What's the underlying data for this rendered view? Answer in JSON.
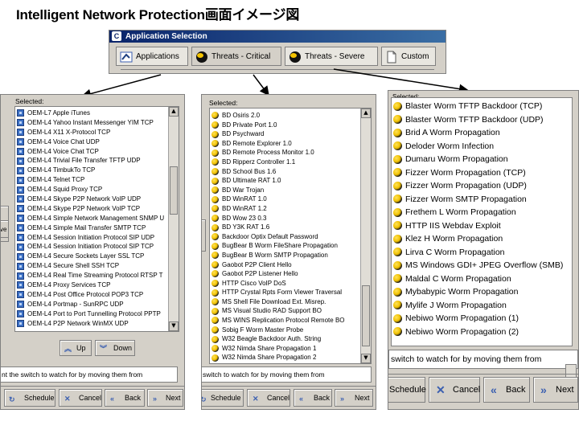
{
  "page_title": "Intelligent Network Protection画面イメージ図",
  "app_window": {
    "title": "Application Selection",
    "tabs": [
      {
        "label": "Applications",
        "icon": "applications-icon"
      },
      {
        "label": "Threats - Critical",
        "icon": "threat-disk-icon"
      },
      {
        "label": "Threats - Severe",
        "icon": "threat-disk-icon"
      },
      {
        "label": "Custom",
        "icon": "document-icon"
      }
    ]
  },
  "left_panel": {
    "selected_label": "Selected:",
    "items": [
      "OEM-L7 Apple iTunes",
      "OEM-L4 Yahoo Instant Messenger YIM TCP",
      "OEM-L4 X11 X-Protocol TCP",
      "OEM-L4 Voice Chat UDP",
      "OEM-L4 Voice Chat TCP",
      "OEM-L4 Trivial File Transfer TFTP UDP",
      "OEM-L4 TimbukTo TCP",
      "OEM-L4 Telnet TCP",
      "OEM-L4 Squid Proxy TCP",
      "OEM-L4 Skype P2P Network VoIP UDP",
      "OEM-L4 Skype P2P Network VoIP TCP",
      "OEM-L4 Simple Network Management SNMP U",
      "OEM-L4 Simple Mail Transfer SMTP TCP",
      "OEM-L4 Session Initiation Protocol SIP UDP",
      "OEM-L4 Session Initiation Protocol SIP TCP",
      "OEM-L4 Secure Sockets Layer SSL TCP",
      "OEM-L4 Secure Shell SSH TCP",
      "OEM-L4 Real Time Streaming Protocol RTSP T",
      "OEM-L4 Proxy Services TCP",
      "OEM-L4 Post Office Protocol POP3 TCP",
      "OEM-L4 Portmap - SunRPC UDP",
      "OEM-L4 Port to Port Tunnelling Protocol PPTP",
      "OEM-L4 P2P Network WinMX UDP"
    ],
    "side_button_fragment": "ve",
    "up_label": "Up",
    "down_label": "Down",
    "status_text": "nt the switch to watch for by moving them from",
    "buttons": {
      "schedule": "Schedule",
      "cancel": "Cancel",
      "back": "Back",
      "next": "Next"
    }
  },
  "middle_panel": {
    "selected_label": "Selected:",
    "items": [
      "BD Osiris 2.0",
      "BD Private Port 1.0",
      "BD Psychward",
      "BD Remote Explorer 1.0",
      "BD Remote Process Monitor 1.0",
      "BD Ripperz Controller 1.1",
      "BD School Bus 1.6",
      "BD Ultimate RAT 1.0",
      "BD War Trojan",
      "BD WinRAT 1.0",
      "BD WinRAT 1.2",
      "BD Wow 23 0.3",
      "BD Y3K RAT 1.6",
      "Backdoor Optix Default Password",
      "BugBear B Worm FileShare Propagation",
      "BugBear B Worm SMTP Propagation",
      "Gaobot P2P Client Hello",
      "Gaobot P2P Listener Hello",
      "HTTP Cisco VoIP DoS",
      "HTTP Crystal Rpts Form Viewer Traversal",
      "MS Shell File Download Ext. Misrep.",
      "MS Visual Studio RAD Support BO",
      "MS WINS Replication Protocol Remote BO",
      "Sobig F Worm Master Probe",
      "W32 Beagle Backdoor Auth. String",
      "W32 Nimda Share Propagation 1",
      "W32 Nimda Share Propagation 2"
    ],
    "status_text": "switch to watch for by moving them from",
    "buttons": {
      "schedule": "Schedule",
      "cancel": "Cancel",
      "back": "Back",
      "next": "Next"
    }
  },
  "right_panel": {
    "selected_label": "Selected:",
    "items": [
      "Blaster Worm TFTP Backdoor (TCP)",
      "Blaster Worm TFTP Backdoor (UDP)",
      "Brid A Worm Propagation",
      "Deloder Worm Infection",
      "Dumaru Worm Propagation",
      "Fizzer Worm Propagation (TCP)",
      "Fizzer Worm Propagation (UDP)",
      "Fizzer Worm SMTP Propagation",
      "Frethem L Worm Propagation",
      "HTTP IIS Webdav Exploit",
      "Klez H Worm Propagation",
      "Lirva C Worm Propagation",
      "MS Windows GDI+ JPEG Overflow (SMB)",
      "Maldal C Worm Propagation",
      "Mybabypic Worm Propagation",
      "Mylife J Worm Propagation",
      "Nebiwo Worm Propagation (1)",
      "Nebiwo Worm Propagation (2)"
    ],
    "status_text": "switch to watch for by moving them from",
    "buttons": {
      "schedule": "Schedule",
      "cancel": "Cancel",
      "back": "Back",
      "next": "Next"
    }
  }
}
